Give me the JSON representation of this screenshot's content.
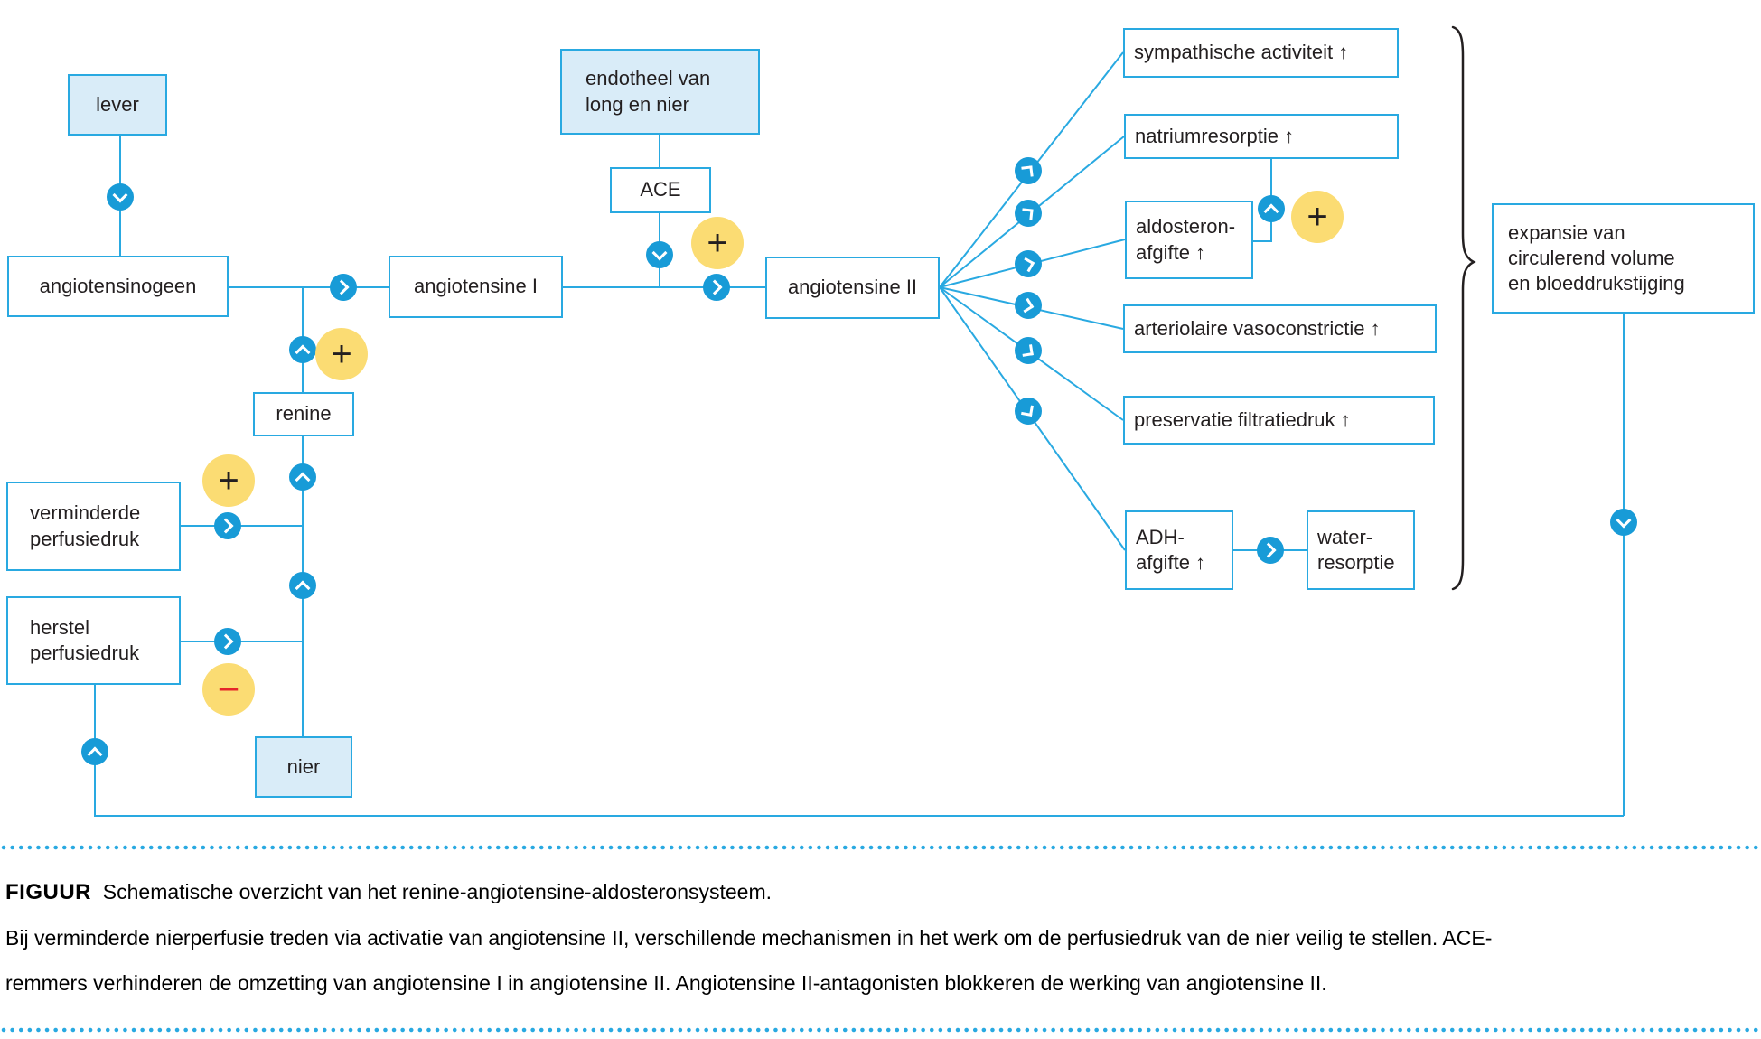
{
  "nodes": {
    "lever": {
      "label": "lever"
    },
    "endotheel": {
      "line1": "endotheel van",
      "line2": "long en nier"
    },
    "ace": {
      "label": "ACE"
    },
    "angiotensinogeen": {
      "label": "angiotensinogeen"
    },
    "angiotensine1": {
      "label": "angiotensine I"
    },
    "angiotensine2": {
      "label": "angiotensine II"
    },
    "renine": {
      "label": "renine"
    },
    "verminderde": {
      "line1": "verminderde",
      "line2": "perfusiedruk"
    },
    "herstel": {
      "line1": "herstel",
      "line2": "perfusiedruk"
    },
    "nier": {
      "label": "nier"
    },
    "sympathisch": {
      "label": "sympathische activiteit ↑"
    },
    "natrium": {
      "label": "natriumresorptie ↑"
    },
    "aldosteron": {
      "line1": "aldosteron-",
      "line2": "afgifte ↑"
    },
    "arteriolair": {
      "label": "arteriolaire vasoconstrictie ↑"
    },
    "preservatie": {
      "label": "preservatie filtratiedruk ↑"
    },
    "adh": {
      "line1": "ADH-",
      "line2": "afgifte ↑"
    },
    "water": {
      "line1": "water-",
      "line2": "resorptie"
    },
    "expansie": {
      "line1": "expansie van",
      "line2": "circulerend volume",
      "line3": "en bloeddrukstijging"
    }
  },
  "badges": {
    "plus": "+",
    "minus": "−"
  },
  "caption": {
    "label": "FIGUUR",
    "title": "Schematische overzicht van het renine-angiotensine-aldosteronsysteem.",
    "body_line1": "Bij verminderde nierperfusie treden via activatie van angiotensine II, verschillende mechanismen in het werk om de perfusiedruk van de nier veilig te stellen. ACE-",
    "body_line2": "remmers verhinderen de omzetting van angiotensine I in angiotensine II. Angiotensine II-antagonisten blokkeren de werking van angiotensine II."
  },
  "colors": {
    "line_blue": "#29a9e1",
    "node_fill_blue": "#d9ecf8",
    "arrow_circle_blue": "#189bd7",
    "badge_yellow": "#fbdc73",
    "minus_red": "#e5252a",
    "text_black": "#231f20",
    "brace_black": "#231f20"
  }
}
